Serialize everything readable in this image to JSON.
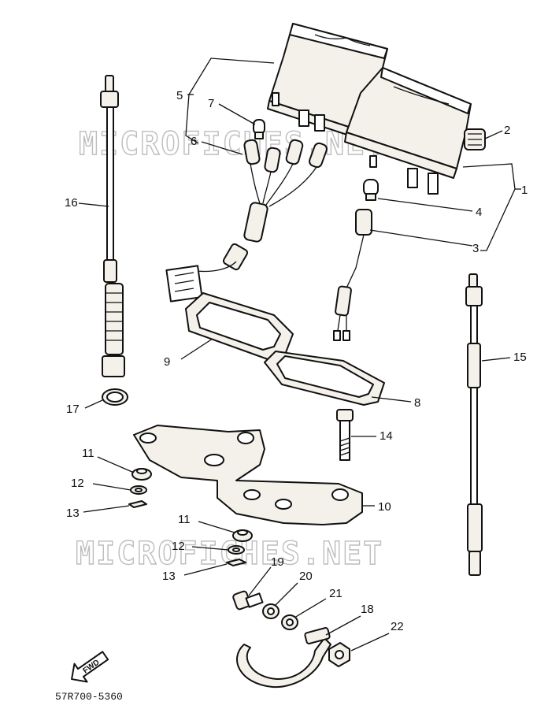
{
  "watermark": "MICROFICHES.NET",
  "drawing_code": "57R700-5360",
  "fwd_label": "FWD",
  "callouts": {
    "c1": "1",
    "c2": "2",
    "c3": "3",
    "c4": "4",
    "c5": "5",
    "c6": "6",
    "c7": "7",
    "c8": "8",
    "c9": "9",
    "c10": "10",
    "c11a": "11",
    "c12a": "12",
    "c13a": "13",
    "c11b": "11",
    "c12b": "12",
    "c13b": "13",
    "c14": "14",
    "c15": "15",
    "c16": "16",
    "c17": "17",
    "c18": "18",
    "c19": "19",
    "c20": "20",
    "c21": "21",
    "c22": "22"
  }
}
